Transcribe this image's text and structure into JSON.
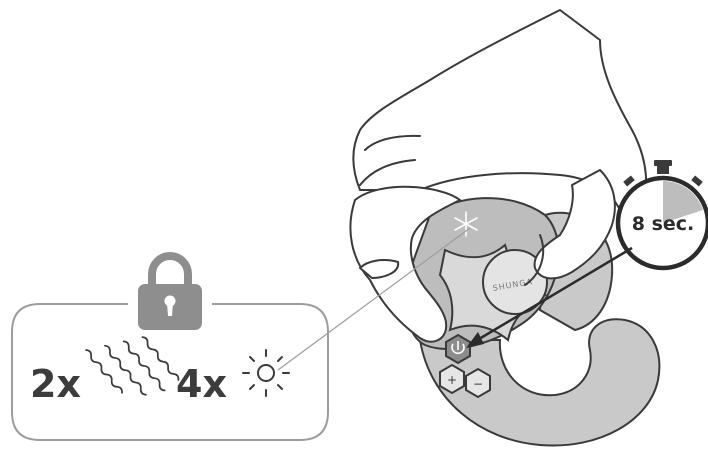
{
  "device": {
    "brand_text": "SHUNGA",
    "buttons": {
      "power_icon": "power-icon",
      "plus_label": "+",
      "minus_label": "−"
    },
    "top_icon": "snowflake-light-icon"
  },
  "timer": {
    "label": "8 sec.",
    "elapsed_fraction": 0.2,
    "icon": "stopwatch-icon"
  },
  "lock_panel": {
    "icon": "padlock-icon",
    "vibration": {
      "count_label": "2x",
      "icon": "vibration-waves-icon"
    },
    "light": {
      "count_label": "4x",
      "icon": "light-blink-icon"
    }
  },
  "colors": {
    "outline": "#3a3a3a",
    "device_fill": "#c9c9c9",
    "device_dark": "#9a9a9a",
    "panel_border": "#9d9d9d",
    "lock_fill": "#8e8e8e",
    "text": "#3c3c3c"
  }
}
